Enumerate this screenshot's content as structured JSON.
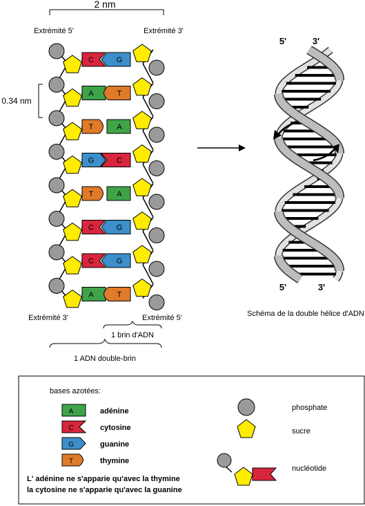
{
  "ladder": {
    "width_label": "2 nm",
    "top_left_label": "Extrémité 5'",
    "top_right_label": "Extrémité 3'",
    "bottom_left_label": "Extrémité 3'",
    "bottom_right_label": "Extrémité 5'",
    "spacing_label": "0.34 nm",
    "single_strand_label": "1 brin d'ADN",
    "double_strand_label": "1 ADN double-brin",
    "pairs": [
      {
        "left": "C",
        "right": "G"
      },
      {
        "left": "A",
        "right": "T"
      },
      {
        "left": "T",
        "right": "A"
      },
      {
        "left": "G",
        "right": "C"
      },
      {
        "left": "T",
        "right": "A"
      },
      {
        "left": "C",
        "right": "G"
      },
      {
        "left": "C",
        "right": "G"
      },
      {
        "left": "A",
        "right": "T"
      }
    ]
  },
  "helix": {
    "top_left_label": "5'",
    "top_right_label": "3'",
    "bottom_left_label": "5'",
    "bottom_right_label": "3'",
    "caption": "Schéma de la double hélice d'ADN"
  },
  "legend": {
    "bases_title": "bases azotées:",
    "bases": [
      {
        "letter": "A",
        "name": "adénine"
      },
      {
        "letter": "C",
        "name": "cytosine"
      },
      {
        "letter": "G",
        "name": "guanine"
      },
      {
        "letter": "T",
        "name": "thymine"
      }
    ],
    "phosphate_label": "phosphate",
    "sugar_label": "sucre",
    "nucleotide_label": "nucléotide",
    "rule_line1": "L' adénine ne s'apparie qu'avec la thymine",
    "rule_line2": "la cytosine ne s'apparie qu'avec la guanine"
  },
  "colors": {
    "A": "#3fa34a",
    "C": "#d7263d",
    "G": "#3d8fc9",
    "T": "#e07b2a",
    "phosphate": "#9a9a9a",
    "sugar": "#ffec00"
  }
}
